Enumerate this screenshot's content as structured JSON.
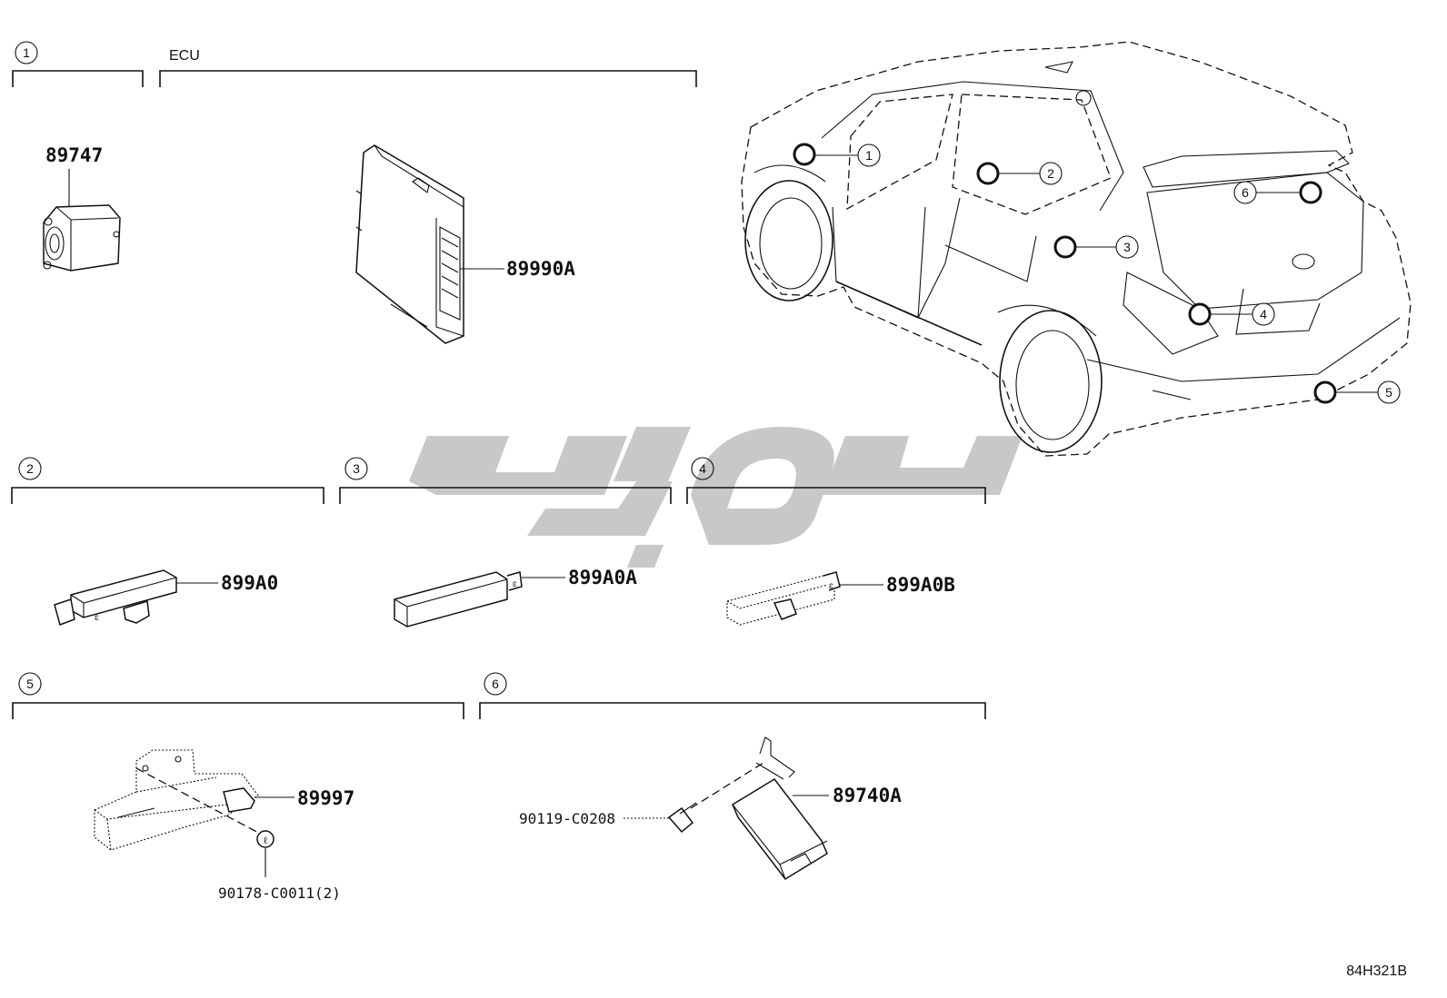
{
  "sections": [
    {
      "num": "1",
      "label": ""
    },
    {
      "num": "",
      "label": "ECU"
    },
    {
      "num": "2",
      "label": ""
    },
    {
      "num": "3",
      "label": ""
    },
    {
      "num": "4",
      "label": ""
    },
    {
      "num": "5",
      "label": ""
    },
    {
      "num": "6",
      "label": ""
    }
  ],
  "parts": {
    "p89747": "89747",
    "p89990A": "89990A",
    "p899A0": "899A0",
    "p899A0A": "899A0A",
    "p899A0B": "899A0B",
    "p89997": "89997",
    "p90178": "90178-C0011(2)",
    "p89740A": "89740A",
    "p90119": "90119-C0208"
  },
  "vehicle_callouts": [
    "1",
    "2",
    "3",
    "4",
    "5",
    "6"
  ],
  "diagram_code": "84H321B",
  "watermark_color": "#c8c8c8",
  "icons": [
    "camera-module-icon",
    "ecu-module-icon",
    "antenna-icon",
    "bracket-icon",
    "clip-icon",
    "bolt-icon",
    "vehicle-icon"
  ]
}
